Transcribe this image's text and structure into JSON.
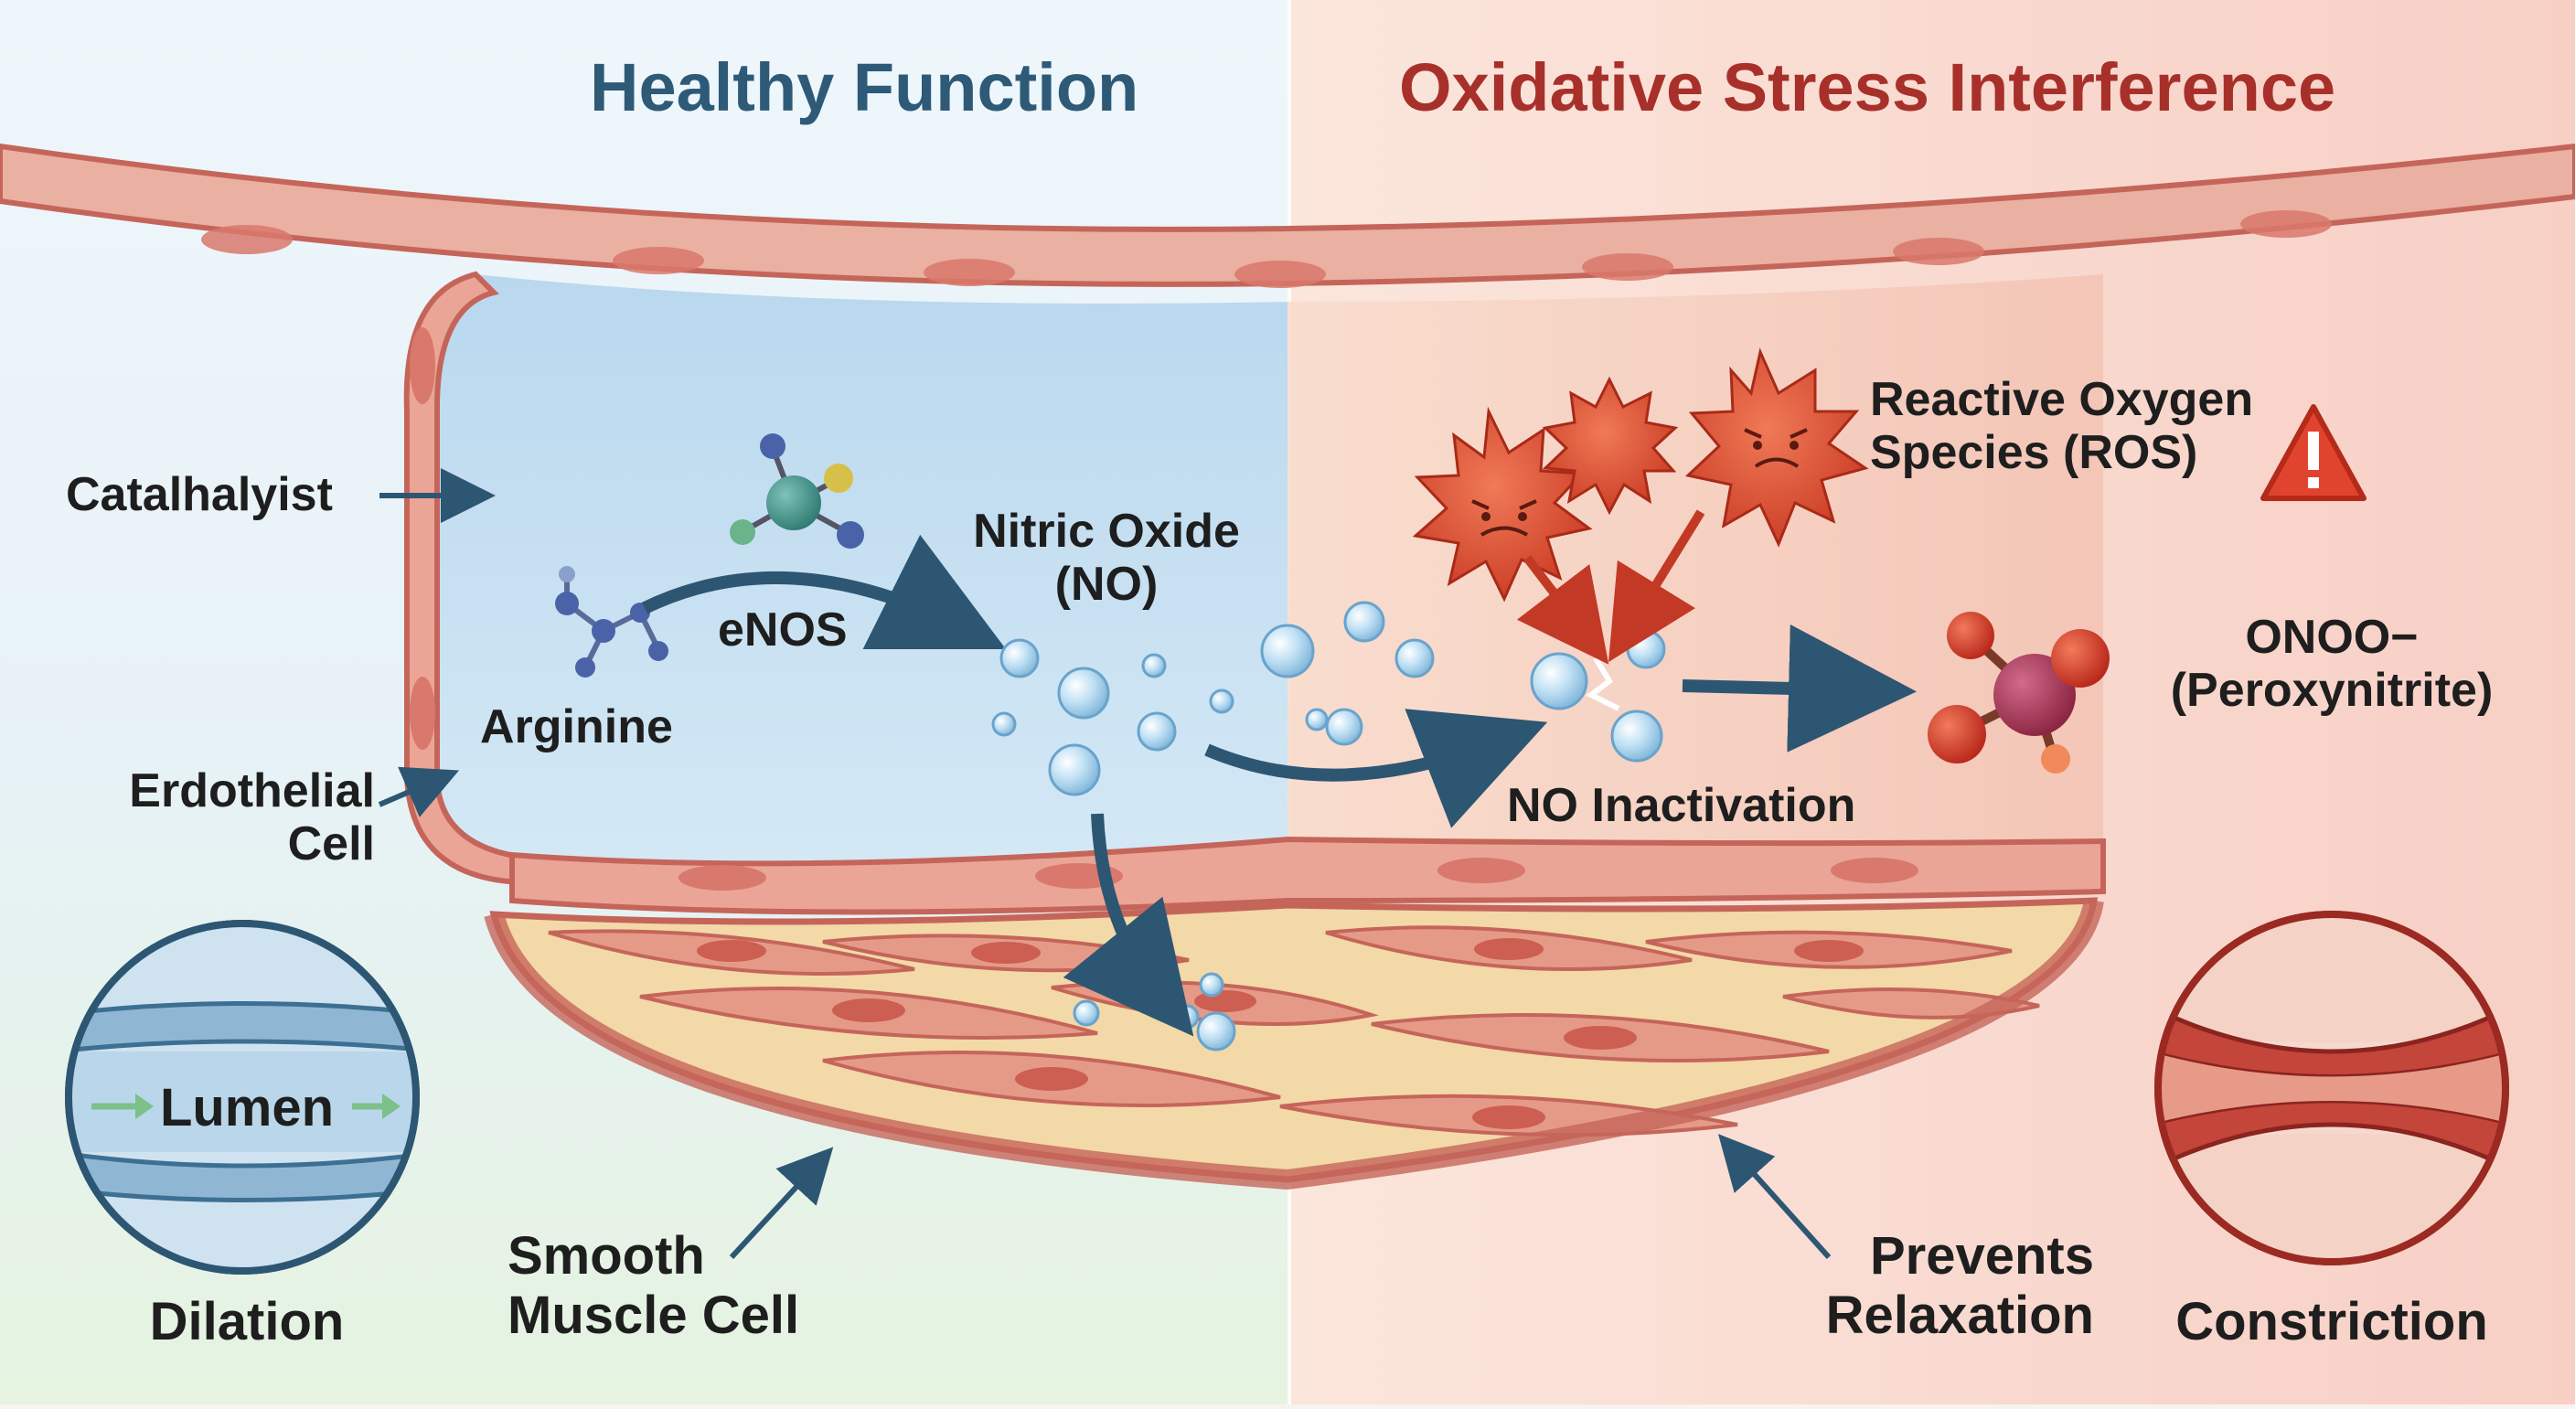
{
  "titles": {
    "left": "Healthy Function",
    "right": "Oxidative Stress Interference"
  },
  "labels": {
    "catalyst": "Catalhalyist",
    "endothelial_line1": "Erdothelial",
    "endothelial_line2": "Cell",
    "arginine": "Arginine",
    "enos": "eNOS",
    "nitric_oxide_line1": "Nitric Oxide",
    "nitric_oxide_line2": "(NO)",
    "lumen": "Lumen",
    "dilation": "Dilation",
    "smooth_muscle_line1": "Smooth",
    "smooth_muscle_line2": "Muscle Cell",
    "ros_line1": "Reactive Oxygen",
    "ros_line2": "Species (ROS)",
    "no_inactivation": "NO Inactivation",
    "peroxynitrite_line1": "ONOO−",
    "peroxynitrite_line2": "(Peroxynitrite)",
    "prevents_line1": "Prevents",
    "prevents_line2": "Relaxation",
    "constriction": "Constriction"
  },
  "colors": {
    "healthy_title": "#2e5a78",
    "stress_title": "#a8302a",
    "lumen_blue": "#c6e0f2",
    "vessel_wall": "#d9867a",
    "ros_red": "#d9412c",
    "arrow_blue": "#2d5673",
    "warning": "#e0442f"
  },
  "icons": {
    "warning": "warning-triangle-icon",
    "ros": "angry-starburst-icon",
    "molecule": "ball-and-stick-molecule-icon"
  }
}
